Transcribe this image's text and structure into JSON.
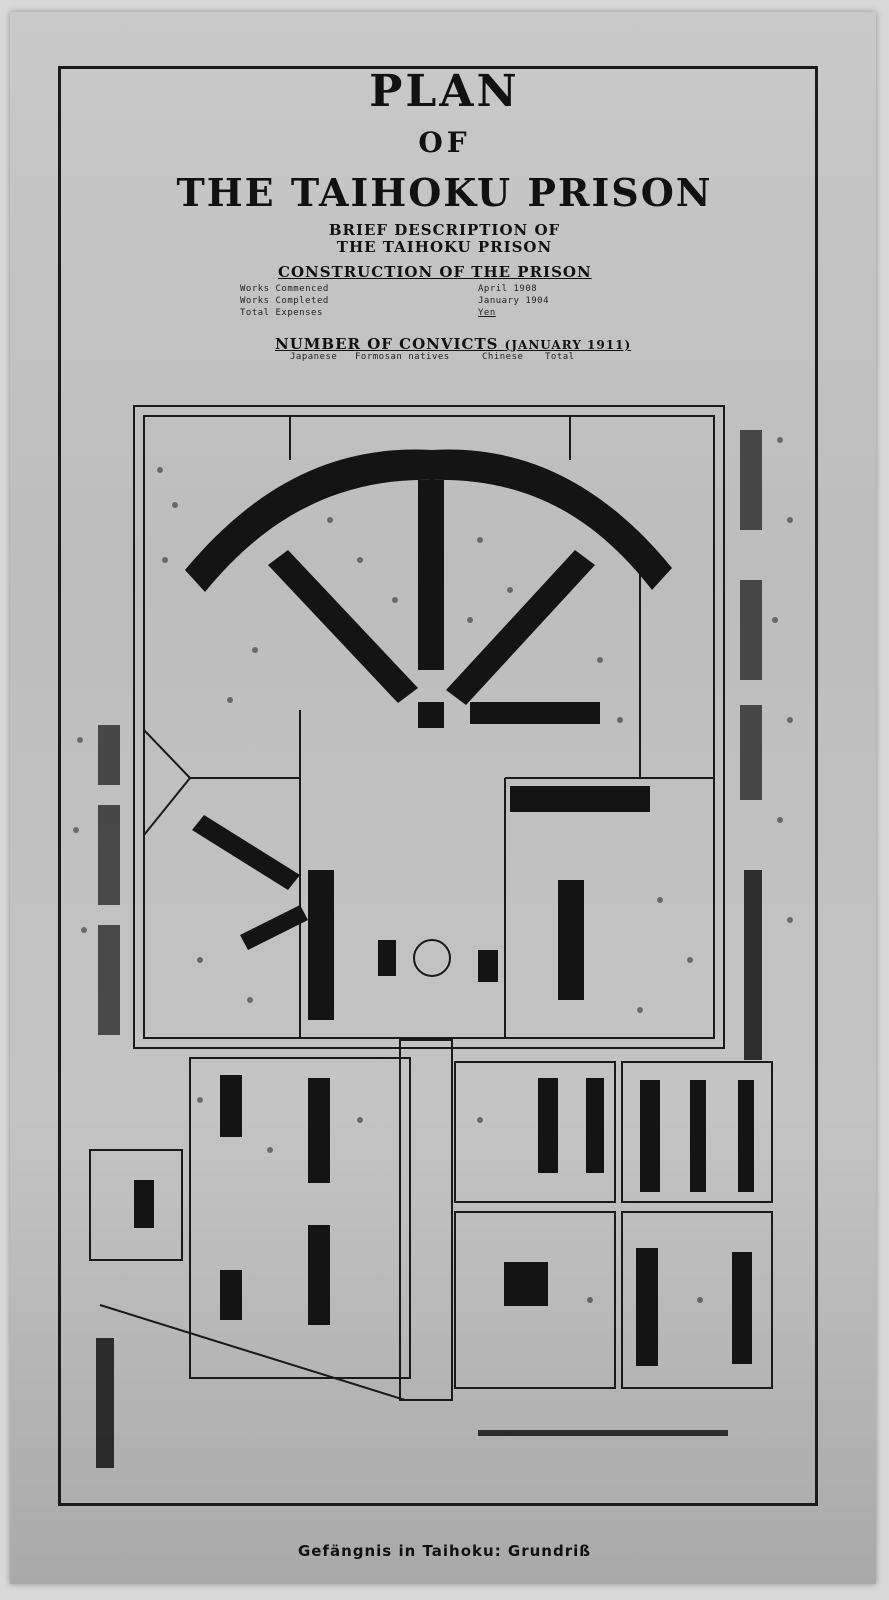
{
  "title": {
    "plan": "PLAN",
    "of": "OF",
    "main": "THE TAIHOKU PRISON"
  },
  "subtitle": {
    "line1": "BRIEF DESCRIPTION OF",
    "line2": "THE TAIHOKU PRISON"
  },
  "construction": {
    "heading": "CONSTRUCTION OF THE PRISON",
    "rows": [
      {
        "label": "Works Commenced",
        "value": "April 1908"
      },
      {
        "label": "Works Completed",
        "value": "January 1904"
      },
      {
        "label": "Total Expenses",
        "value": "Yen"
      }
    ]
  },
  "convicts": {
    "heading": "NUMBER OF CONVICTS",
    "date": "(JANUARY 1911)",
    "columns": [
      "Japanese",
      "Formosan natives",
      "Chinese",
      "Total"
    ]
  },
  "caption": "Gefängnis in Taihoku: Grundriß",
  "colors": {
    "ink": "#151515",
    "paper": "#c4c4c4",
    "background": "#d9d9d9"
  }
}
